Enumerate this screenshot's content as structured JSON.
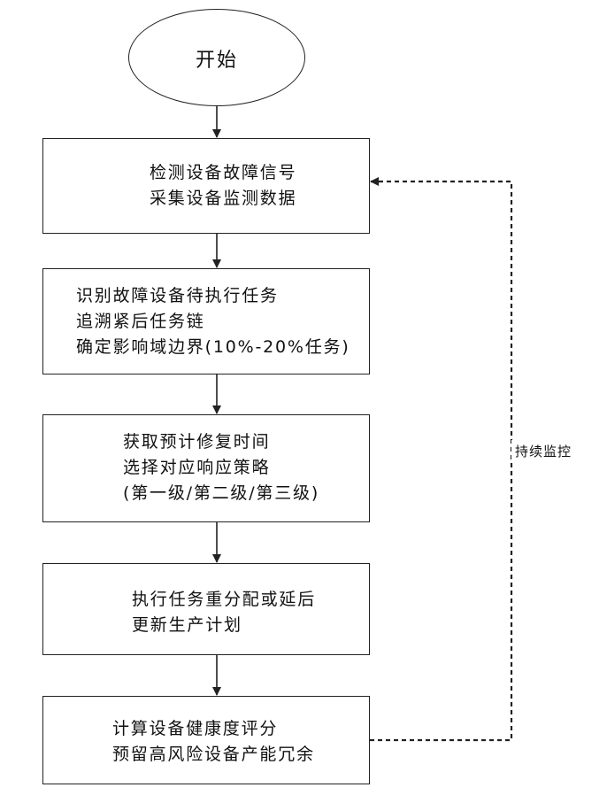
{
  "start": {
    "label": "开始"
  },
  "steps": [
    {
      "lines": [
        "检测设备故障信号",
        "采集设备监测数据"
      ]
    },
    {
      "lines": [
        "识别故障设备待执行任务",
        "追溯紧后任务链",
        "确定影响域边界(10%-20%任务)"
      ]
    },
    {
      "lines": [
        "获取预计修复时间",
        "选择对应响应策略",
        "(第一级/第二级/第三级)"
      ]
    },
    {
      "lines": [
        "执行任务重分配或延后",
        "更新生产计划"
      ]
    },
    {
      "lines": [
        "计算设备健康度评分",
        "预留高风险设备产能冗余"
      ]
    }
  ],
  "feedback": {
    "label": "持续监控"
  }
}
